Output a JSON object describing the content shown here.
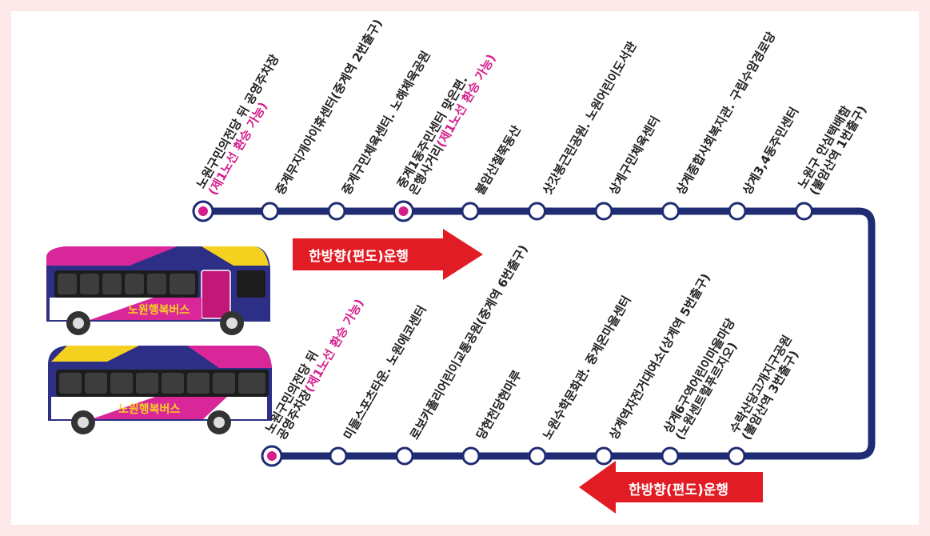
{
  "colors": {
    "route_line": "#1f2b73",
    "transfer_stop": "#d51e8c",
    "arrow": "#e21c24",
    "highlight_text": "#d51e8c"
  },
  "top_route": {
    "direction_label": "한방향(편도)운행",
    "stops": [
      {
        "lines": [
          "노원구민의전당 뒤 공영주차장",
          "(제1노선 환승 가능)"
        ],
        "highlight_line": 1,
        "transfer": true
      },
      {
        "lines": [
          "중계무지개아이휴센터(중계역 2번출구)"
        ],
        "transfer": false
      },
      {
        "lines": [
          "중계구민체육센터. 노해체육공원"
        ],
        "transfer": false
      },
      {
        "lines": [
          "중계1동주민센터 맞은편.",
          "은행사거리(제1노선 환승 가능)"
        ],
        "highlight_part": "(제1노선 환승 가능)",
        "transfer": true
      },
      {
        "lines": [
          "불암산철쭉동산"
        ],
        "transfer": false
      },
      {
        "lines": [
          "삿갓봉근린공원. 노원어린이도서관"
        ],
        "transfer": false
      },
      {
        "lines": [
          "상계구민체육센터"
        ],
        "transfer": false
      },
      {
        "lines": [
          "상계종합사회복지관. 구립수암경로당"
        ],
        "transfer": false
      },
      {
        "lines": [
          "상계3,4동주민센터"
        ],
        "transfer": false
      },
      {
        "lines": [
          "노원구 안심택배함",
          "(불암산역 1번출구)"
        ],
        "transfer": false
      }
    ]
  },
  "bottom_route": {
    "direction_label": "한방향(편도)운행",
    "stops": [
      {
        "lines": [
          "노원구민의전당 뒤",
          "공영주차장(제1노선 환승 가능)"
        ],
        "highlight_part": "(제1노선 환승 가능)",
        "transfer": true
      },
      {
        "lines": [
          "미들스포츠타운. 노원에코센터"
        ],
        "transfer": false
      },
      {
        "lines": [
          "로보카폴리어린이교통공원(중계역 6번출구)"
        ],
        "transfer": false
      },
      {
        "lines": [
          "당현천당현마루"
        ],
        "transfer": false
      },
      {
        "lines": [
          "노원수학문화관. 중계온마을센터"
        ],
        "transfer": false
      },
      {
        "lines": [
          "상계역자전거대여소(상계역 5번출구)"
        ],
        "transfer": false
      },
      {
        "lines": [
          "상계6구역어린이마을마당",
          "(노원센트럴푸르지오)"
        ],
        "transfer": false
      },
      {
        "lines": [
          "수락산당고개지구공원",
          "(불암산역 3번출구)"
        ],
        "transfer": false
      }
    ]
  },
  "bus": {
    "brand_text": "노원행복버스"
  }
}
